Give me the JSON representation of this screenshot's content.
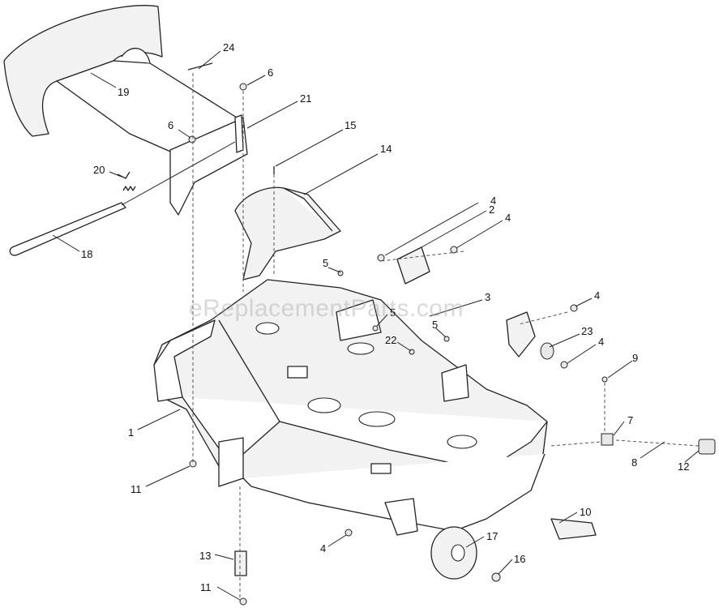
{
  "watermark": "eReplacementParts.com",
  "callouts": [
    "24",
    "6",
    "21",
    "19",
    "6",
    "15",
    "14",
    "20",
    "4",
    "2",
    "4",
    "18",
    "5",
    "3",
    "4",
    "5",
    "5",
    "23",
    "22",
    "4",
    "9",
    "1",
    "7",
    "8",
    "12",
    "11",
    "10",
    "17",
    "4",
    "16",
    "13",
    "11"
  ]
}
